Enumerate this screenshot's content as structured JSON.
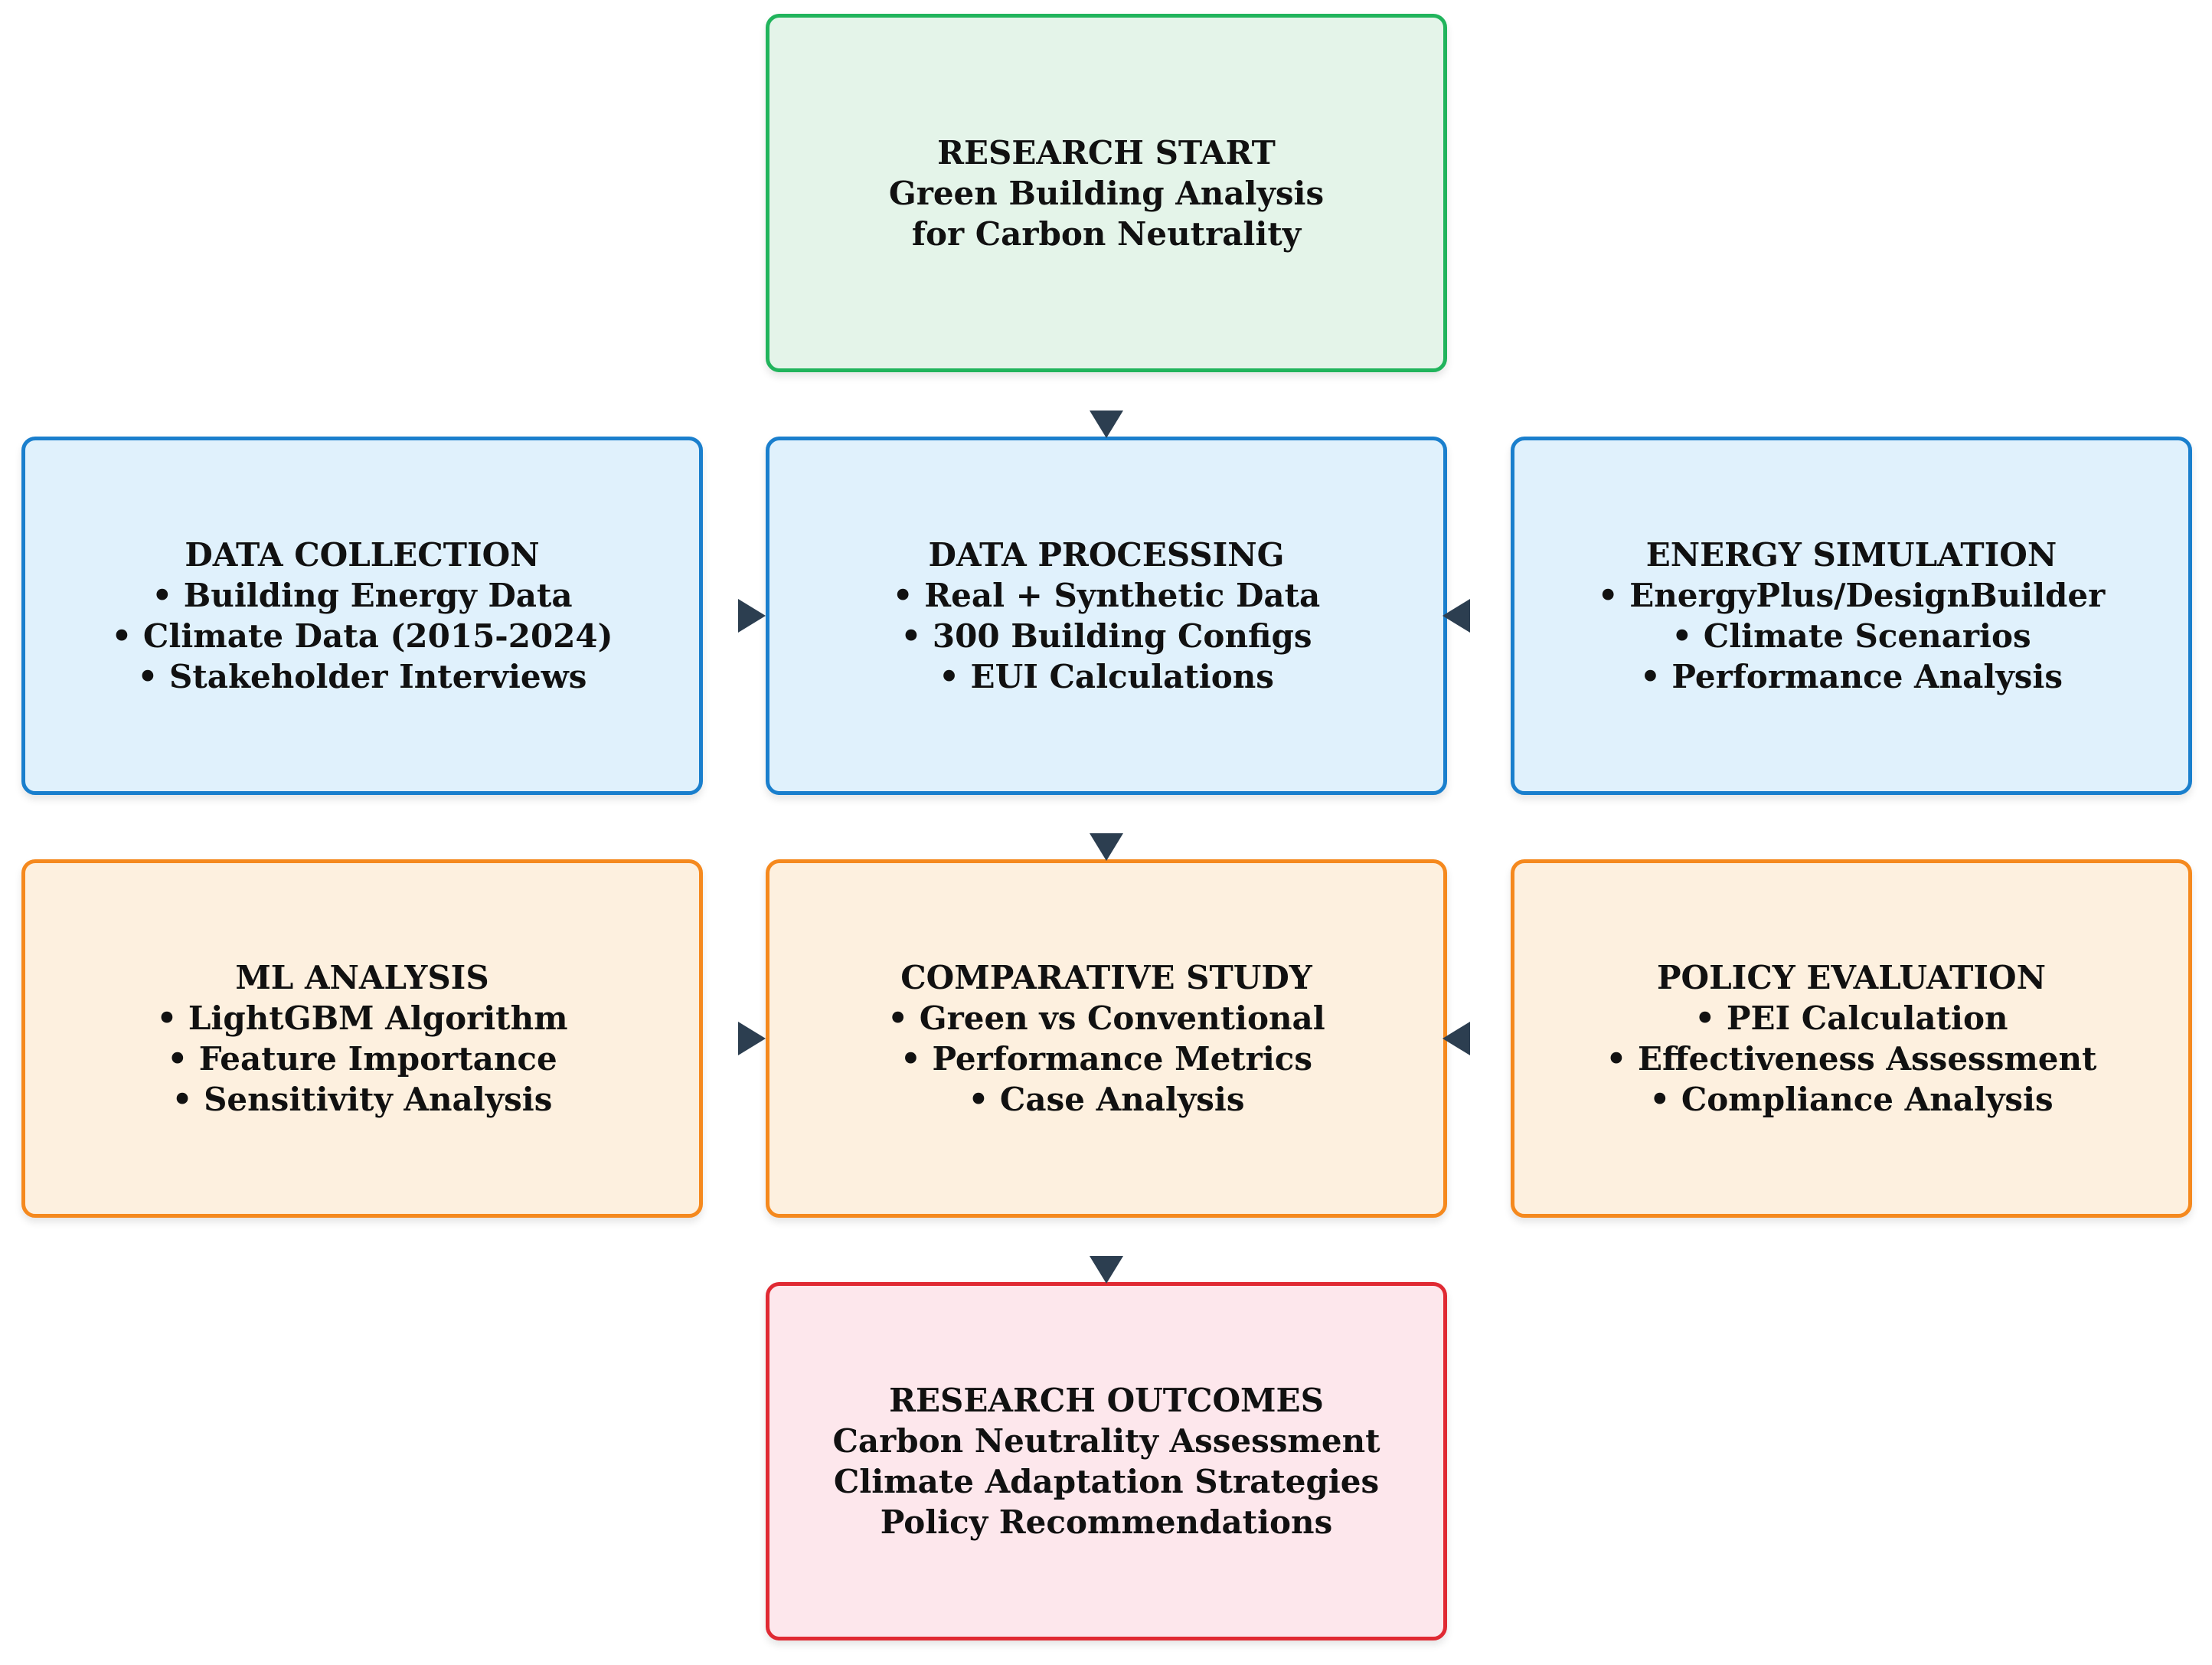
{
  "research_start": {
    "title": "RESEARCH START",
    "lines": [
      "Green Building Analysis",
      "for Carbon Neutrality"
    ]
  },
  "data_collection": {
    "title": "DATA COLLECTION",
    "lines": [
      "• Building Energy Data",
      "• Climate Data (2015-2024)",
      "• Stakeholder Interviews"
    ]
  },
  "data_processing": {
    "title": "DATA PROCESSING",
    "lines": [
      "• Real + Synthetic Data",
      "• 300 Building Configs",
      "• EUI Calculations"
    ]
  },
  "energy_simulation": {
    "title": "ENERGY SIMULATION",
    "lines": [
      "• EnergyPlus/DesignBuilder",
      "• Climate Scenarios",
      "• Performance Analysis"
    ]
  },
  "ml_analysis": {
    "title": "ML ANALYSIS",
    "lines": [
      "• LightGBM Algorithm",
      "• Feature Importance",
      "• Sensitivity Analysis"
    ]
  },
  "comparative_study": {
    "title": "COMPARATIVE STUDY",
    "lines": [
      "• Green vs Conventional",
      "• Performance Metrics",
      "• Case Analysis"
    ]
  },
  "policy_evaluation": {
    "title": "POLICY EVALUATION",
    "lines": [
      "• PEI Calculation",
      "• Effectiveness Assessment",
      "• Compliance Analysis"
    ]
  },
  "research_outcomes": {
    "title": "RESEARCH OUTCOMES",
    "lines": [
      "Carbon Neutrality Assessment",
      "Climate Adaptation Strategies",
      "Policy Recommendations"
    ]
  },
  "colors": {
    "green_fill": "#e4f4e9",
    "green_border": "#21b45c",
    "blue_fill": "#e0f1fc",
    "blue_border": "#1a7fcd",
    "orange_fill": "#fdf0df",
    "orange_border": "#f5891e",
    "red_fill": "#fde7ec",
    "red_border": "#e02a33",
    "arrow": "#2c3e50"
  }
}
